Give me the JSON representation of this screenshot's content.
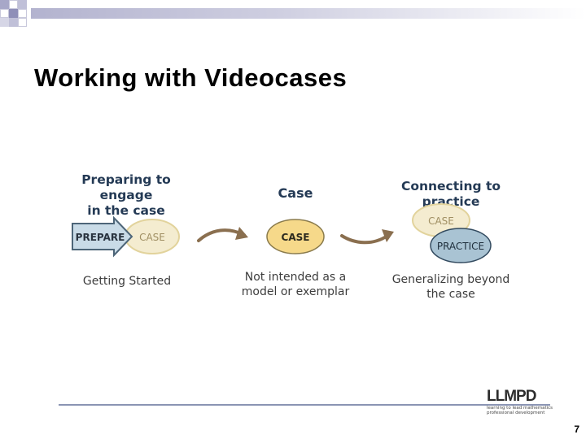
{
  "slide": {
    "title": "Working with Videocases",
    "page_number": "7"
  },
  "diagram": {
    "stage1": {
      "heading_line1": "Preparing to engage",
      "heading_line2": "in the case",
      "arrow_label": "PREPARE",
      "circle_label": "CASE",
      "caption": "Getting Started"
    },
    "stage2": {
      "heading": "Case",
      "circle_label": "CASE",
      "caption_line1": "Not intended as a",
      "caption_line2": "model or exemplar"
    },
    "stage3": {
      "heading": "Connecting to practice",
      "circle_top_label": "CASE",
      "circle_bottom_label": "PRACTICE",
      "caption_line1": "Generalizing beyond",
      "caption_line2": "the case"
    },
    "colors": {
      "heading": "#243a55",
      "case_fill_light": "#f4ecd0",
      "case_fill_strong": "#f6d98a",
      "case_stroke": "#e2d39c",
      "practice_fill": "#a9c3d3",
      "practice_stroke": "#324a5f",
      "prepare_fill": "#c9dbe7",
      "prepare_stroke": "#4d6578",
      "connector": "#8a6f4f"
    }
  },
  "footer": {
    "logo_text": "LLMPD",
    "logo_tagline_line1": "learning to lead mathematics",
    "logo_tagline_line2": "professional development"
  }
}
